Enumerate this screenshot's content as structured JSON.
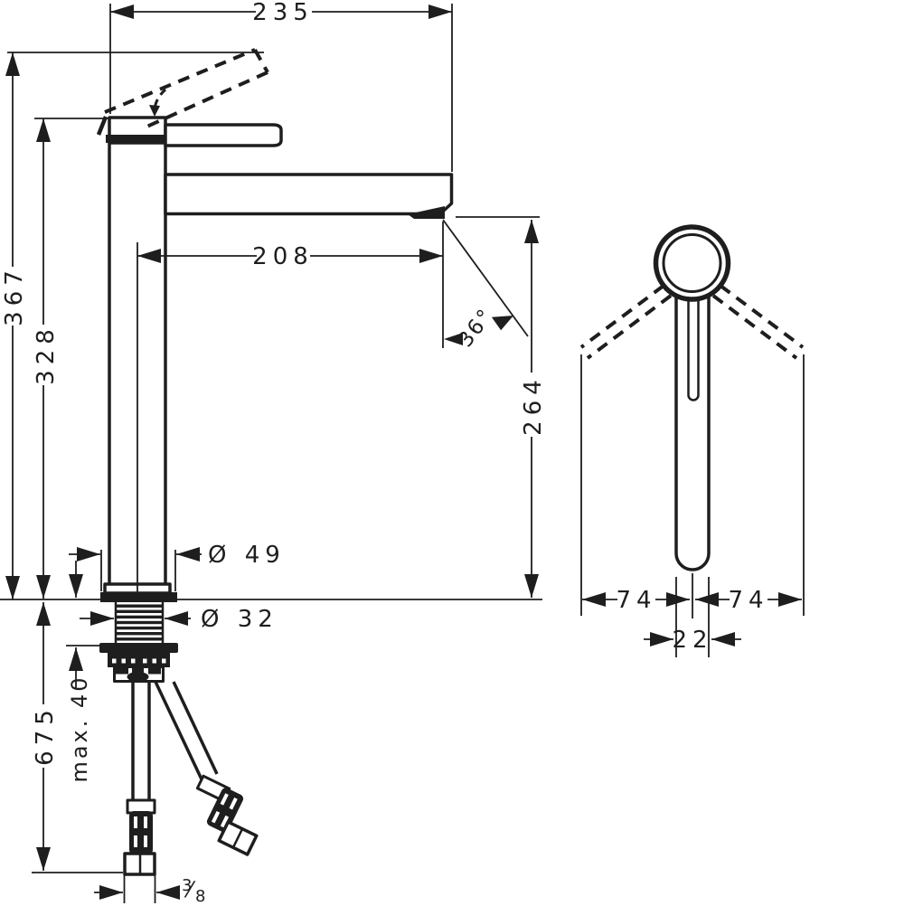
{
  "drawing": {
    "background": "#ffffff",
    "line_color": "#1e1e1e",
    "side_view": {
      "dim_width": "235",
      "dim_total_height": "367",
      "dim_body_height": "328",
      "dim_spout_reach": "208",
      "dim_spray_angle": "36°",
      "dim_spout_clearance": "264",
      "dim_base_diameter": "Ø 49",
      "dim_shank_diameter": "Ø 32",
      "dim_hose_drop": "675",
      "dim_max_deck": "max. 40",
      "hose_thread": {
        "numerator": "3",
        "slash": "⁄",
        "denominator": "8"
      }
    },
    "front_view": {
      "dim_swing_left": "74",
      "dim_swing_right": "74",
      "dim_body_width": "22"
    }
  }
}
